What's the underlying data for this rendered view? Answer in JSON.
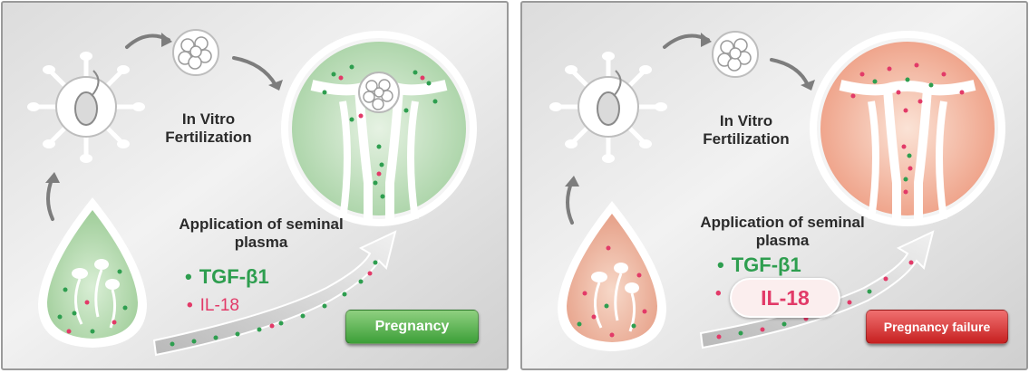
{
  "colors": {
    "tgf": "#2e9e4f",
    "il18": "#e23a68",
    "pregnancy_green": "#3c9f38",
    "failure_red": "#c62020",
    "uterus_green_tint": "#cfe6cd",
    "uterus_pink_tint": "#f3c2ad"
  },
  "panels": [
    {
      "ivf_label": "In Vitro Fertilization",
      "application_label": "Application of seminal plasma",
      "tgf_label": "TGF-β1",
      "il18_label": "IL-18",
      "outcome_label": "Pregnancy"
    },
    {
      "ivf_label": "In Vitro Fertilization",
      "application_label": "Application of seminal plasma",
      "tgf_label": "TGF-β1",
      "il18_label": "IL-18",
      "outcome_label": "Pregnancy failure"
    }
  ],
  "bullet": "•"
}
